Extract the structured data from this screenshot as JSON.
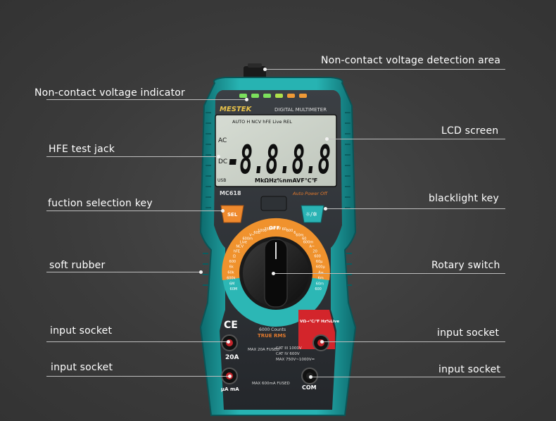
{
  "labels": {
    "ncv_area": "Non-contact voltage detection area",
    "ncv_indicator": "Non-contact voltage indicator",
    "lcd_screen": "LCD screen",
    "hfe_jack": "HFE test jack",
    "function_key": "fuction selection key",
    "backlight_key": "blacklight key",
    "soft_rubber": "soft rubber",
    "rotary_switch": "Rotary switch",
    "input_socket_left_top": "input socket",
    "input_socket_right_top": "input socket",
    "input_socket_left_bottom": "input socket",
    "input_socket_right_bottom": "input socket"
  },
  "device": {
    "brand": "MESTEK",
    "header": "DIGITAL MULTIMETER",
    "model": "MC618",
    "auto_power_off": "Auto Power Off",
    "sel_key": "SEL",
    "backlight_key_glyph": "☼/✲",
    "lcd": {
      "digits": "-8.8.8.8",
      "annunciators": "AUTO H NCV hFE Live REL",
      "ac": "AC",
      "dc": "DC",
      "usb": "USB",
      "units": "MkΩHz%nmAVF℃℉"
    },
    "counts": "6000 Counts",
    "true_rms": "TRUE RMS",
    "socket_20a": "20A",
    "socket_20a_fuse": "MAX 20A FUSED",
    "cat_rating": "CAT III 1000V",
    "cat_rating_2": "CAT IV 600V",
    "max_voltage": "MAX 750V~1000V=",
    "socket_ua": "μA mA",
    "socket_ua_fuse": "MAX 600mA FUSED",
    "socket_com": "COM",
    "socket_v": "VΩ→℃/℉ Hz%Live",
    "ce": "CE"
  },
  "dial": {
    "off": "OFF",
    "marks": [
      "60M",
      "6M",
      "600k",
      "60k",
      "6k",
      "600",
      "Ω",
      "hFE",
      "NCV",
      "Live",
      "600m",
      "V~",
      "600",
      "1000",
      "750",
      "60",
      "6V",
      "60",
      "600",
      "6",
      "60m",
      "60",
      "600m",
      "A~",
      "20",
      "600",
      "60μ",
      "600μ",
      "A=",
      "6m",
      "60m",
      "600"
    ]
  },
  "colors": {
    "body_teal": "#1fa7a7",
    "dial_orange": "#f0922d",
    "accent_red": "#d3252b"
  }
}
